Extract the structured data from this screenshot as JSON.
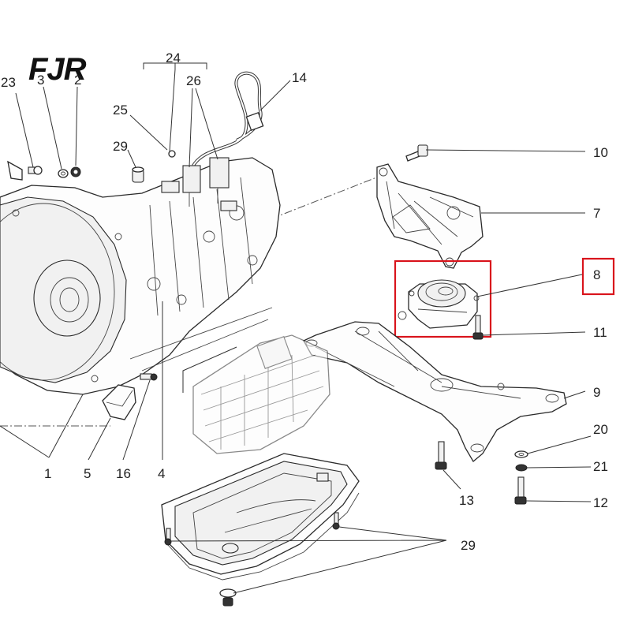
{
  "logo": {
    "text": "FJR"
  },
  "callouts": {
    "c1": "1",
    "c2": "2",
    "c3": "3",
    "c4": "4",
    "c5": "5",
    "c7": "7",
    "c8": "8",
    "c9": "9",
    "c10": "10",
    "c11": "11",
    "c12": "12",
    "c13": "13",
    "c14": "14",
    "c16": "16",
    "c20": "20",
    "c21": "21",
    "c23": "23",
    "c24": "24",
    "c25": "25",
    "c26": "26",
    "c29a": "29",
    "c29b": "29"
  },
  "highlight": {
    "callout": "8",
    "color": "#d9141c"
  }
}
